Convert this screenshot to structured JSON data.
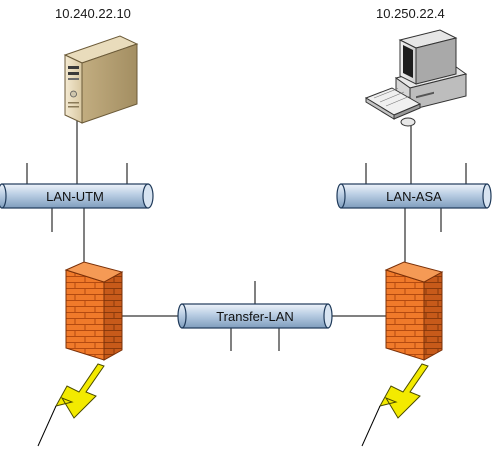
{
  "diagram": {
    "left_host": {
      "ip": "10.240.22.10",
      "icon": "server-icon"
    },
    "right_host": {
      "ip": "10.250.22.4",
      "icon": "workstation-icon"
    },
    "segments": {
      "left_lan": "LAN-UTM",
      "right_lan": "LAN-ASA",
      "transfer": "Transfer-LAN"
    },
    "left_firewall": {
      "icon": "firewall-icon"
    },
    "right_firewall": {
      "icon": "firewall-icon"
    },
    "left_uplink": {
      "icon": "lightning-bolt-icon"
    },
    "right_uplink": {
      "icon": "lightning-bolt-icon"
    },
    "colors": {
      "pipe_fill": "#b9cde3",
      "pipe_stroke": "#1f3a5a",
      "brick": "#f07a2a",
      "bolt": "#f3ea00"
    }
  }
}
